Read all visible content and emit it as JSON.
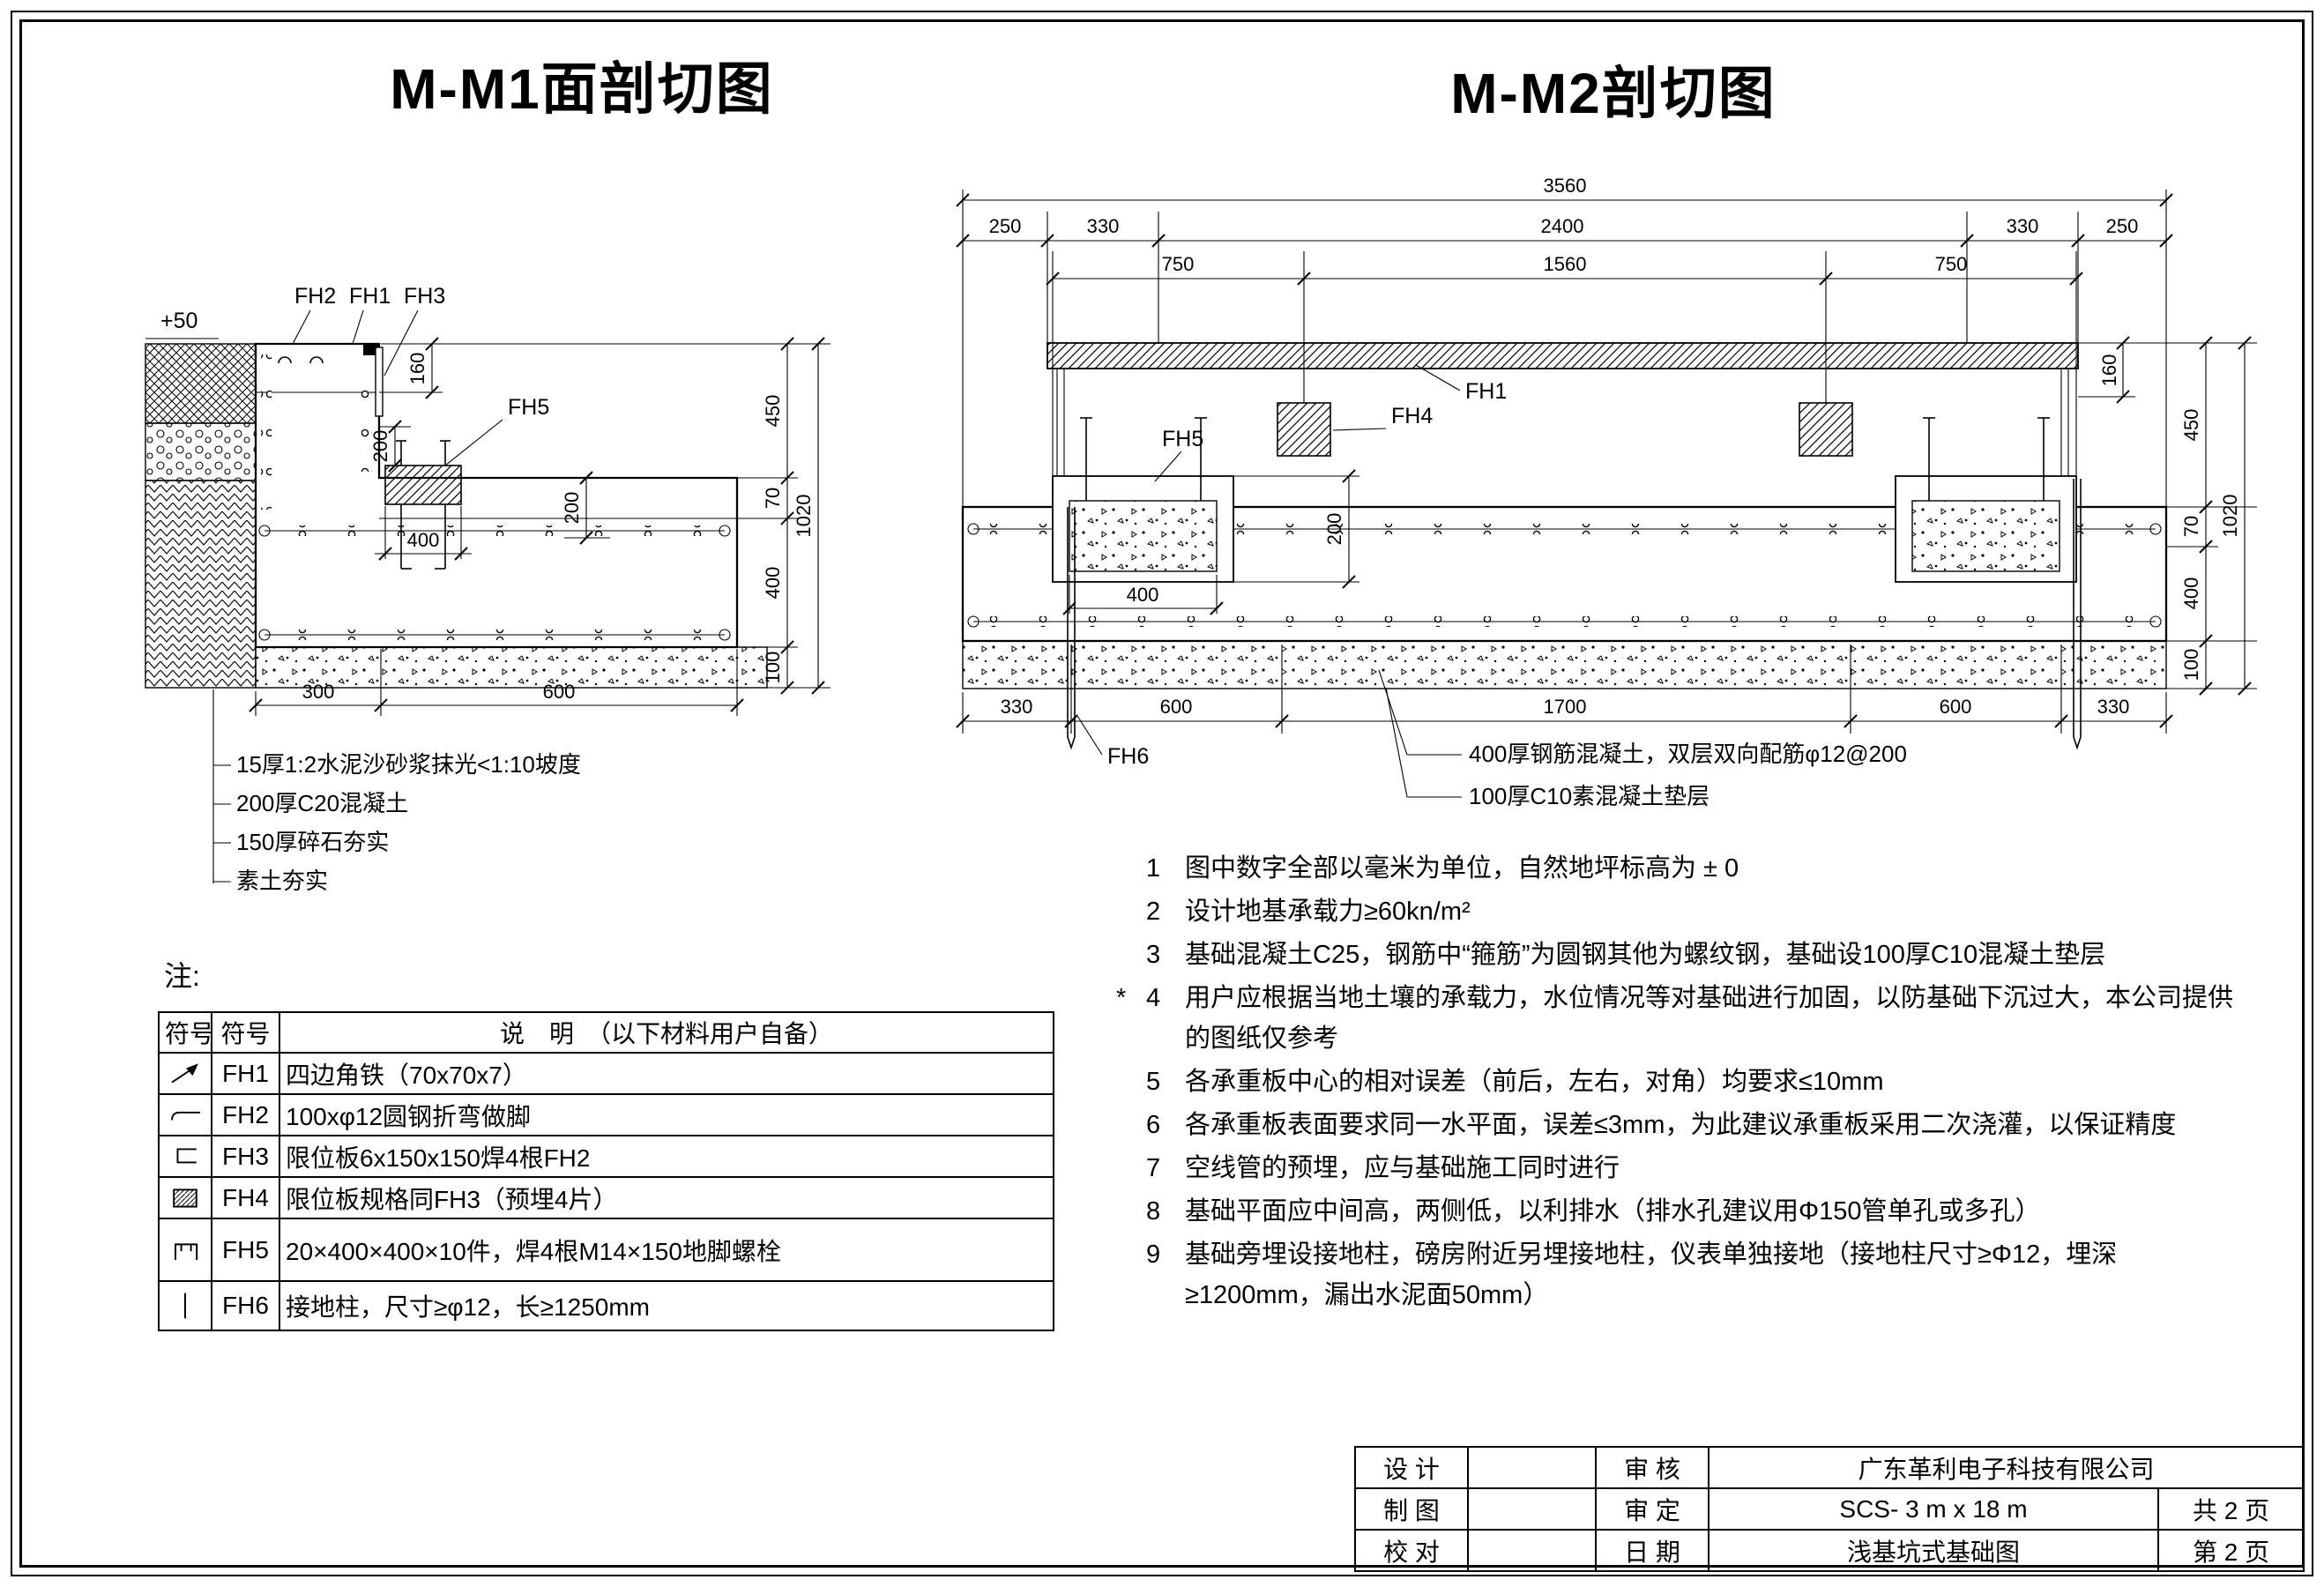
{
  "titles": {
    "mm1": "M-M1面剖切图",
    "mm2": "M-M2剖切图"
  },
  "mm1": {
    "elev": "+50",
    "fh1": "FH1",
    "fh2": "FH2",
    "fh3": "FH3",
    "fh5": "FH5",
    "d160": "160",
    "d450": "450",
    "d200": "200",
    "d70": "70",
    "d400": "400",
    "d100": "100",
    "d1020": "1020",
    "d300": "300",
    "d600": "600",
    "layer_notes": [
      "15厚1:2水泥沙砂浆抹光<1:10坡度",
      "200厚C20混凝土",
      "150厚碎石夯实",
      "素土夯实"
    ]
  },
  "mm2": {
    "fh1": "FH1",
    "fh4": "FH4",
    "fh5": "FH5",
    "fh6": "FH6",
    "d3560": "3560",
    "d250": "250",
    "d330": "330",
    "d2400": "2400",
    "d750": "750",
    "d1560": "1560",
    "d160": "160",
    "d450": "450",
    "d70": "70",
    "d1020": "1020",
    "d200": "200",
    "d400": "400",
    "d100": "100",
    "d600": "600",
    "d1700": "1700",
    "note_slab": "400厚钢筋混凝土，双层双向配筋φ12@200",
    "note_blinding": "100厚C10素混凝土垫层"
  },
  "legend": {
    "label": "注:",
    "col_symbol": "符号",
    "col_code": "符号",
    "col_desc": "说　明　（以下材料用户自备）",
    "rows": [
      {
        "code": "FH1",
        "desc": "四边角铁（70x70x7）"
      },
      {
        "code": "FH2",
        "desc": "100xφ12圆钢折弯做脚"
      },
      {
        "code": "FH3",
        "desc": "限位板6x150x150焊4根FH2"
      },
      {
        "code": "FH4",
        "desc": "限位板规格同FH3（预埋4片）"
      },
      {
        "code": "FH5",
        "desc": "20×400×400×10件，焊4根M14×150地脚螺栓"
      },
      {
        "code": "FH6",
        "desc": "接地柱，尺寸≥φ12，长≥1250mm"
      }
    ]
  },
  "notes": [
    {
      "star": "",
      "num": "1",
      "text": "图中数字全部以毫米为单位，自然地坪标高为 ± 0"
    },
    {
      "star": "",
      "num": "2",
      "text": "设计地基承载力≥60kn/m²"
    },
    {
      "star": "",
      "num": "3",
      "text": "基础混凝土C25，钢筋中“箍筋”为圆钢其他为螺纹钢，基础设100厚C10混凝土垫层"
    },
    {
      "star": "*",
      "num": "4",
      "text": "用户应根据当地土壤的承载力，水位情况等对基础进行加固，以防基础下沉过大，本公司提供的图纸仅参考"
    },
    {
      "star": "",
      "num": "5",
      "text": "各承重板中心的相对误差（前后，左右，对角）均要求≤10mm"
    },
    {
      "star": "",
      "num": "6",
      "text": "各承重板表面要求同一水平面，误差≤3mm，为此建议承重板采用二次浇灌，以保证精度"
    },
    {
      "star": "",
      "num": "7",
      "text": "空线管的预埋，应与基础施工同时进行"
    },
    {
      "star": "",
      "num": "8",
      "text": "基础平面应中间高，两侧低，以利排水（排水孔建议用Φ150管单孔或多孔）"
    },
    {
      "star": "",
      "num": "9",
      "text": "基础旁埋设接地柱，磅房附近另埋接地柱，仪表单独接地（接地柱尺寸≥Φ12，埋深≥1200mm，漏出水泥面50mm）"
    }
  ],
  "titleblock": {
    "r1c1": "设 计",
    "r1c2": "",
    "r1c3": "审 核",
    "r1c4": "广东革利电子科技有限公司",
    "r2c1": "制 图",
    "r2c2": "",
    "r2c3": "审 定",
    "r2c4": "SCS- 3 m x 18 m",
    "r2c5": "共 2 页",
    "r3c1": "校 对",
    "r3c2": "",
    "r3c3": "日 期",
    "r3c4": "浅基坑式基础图",
    "r3c5": "第 2 页"
  }
}
